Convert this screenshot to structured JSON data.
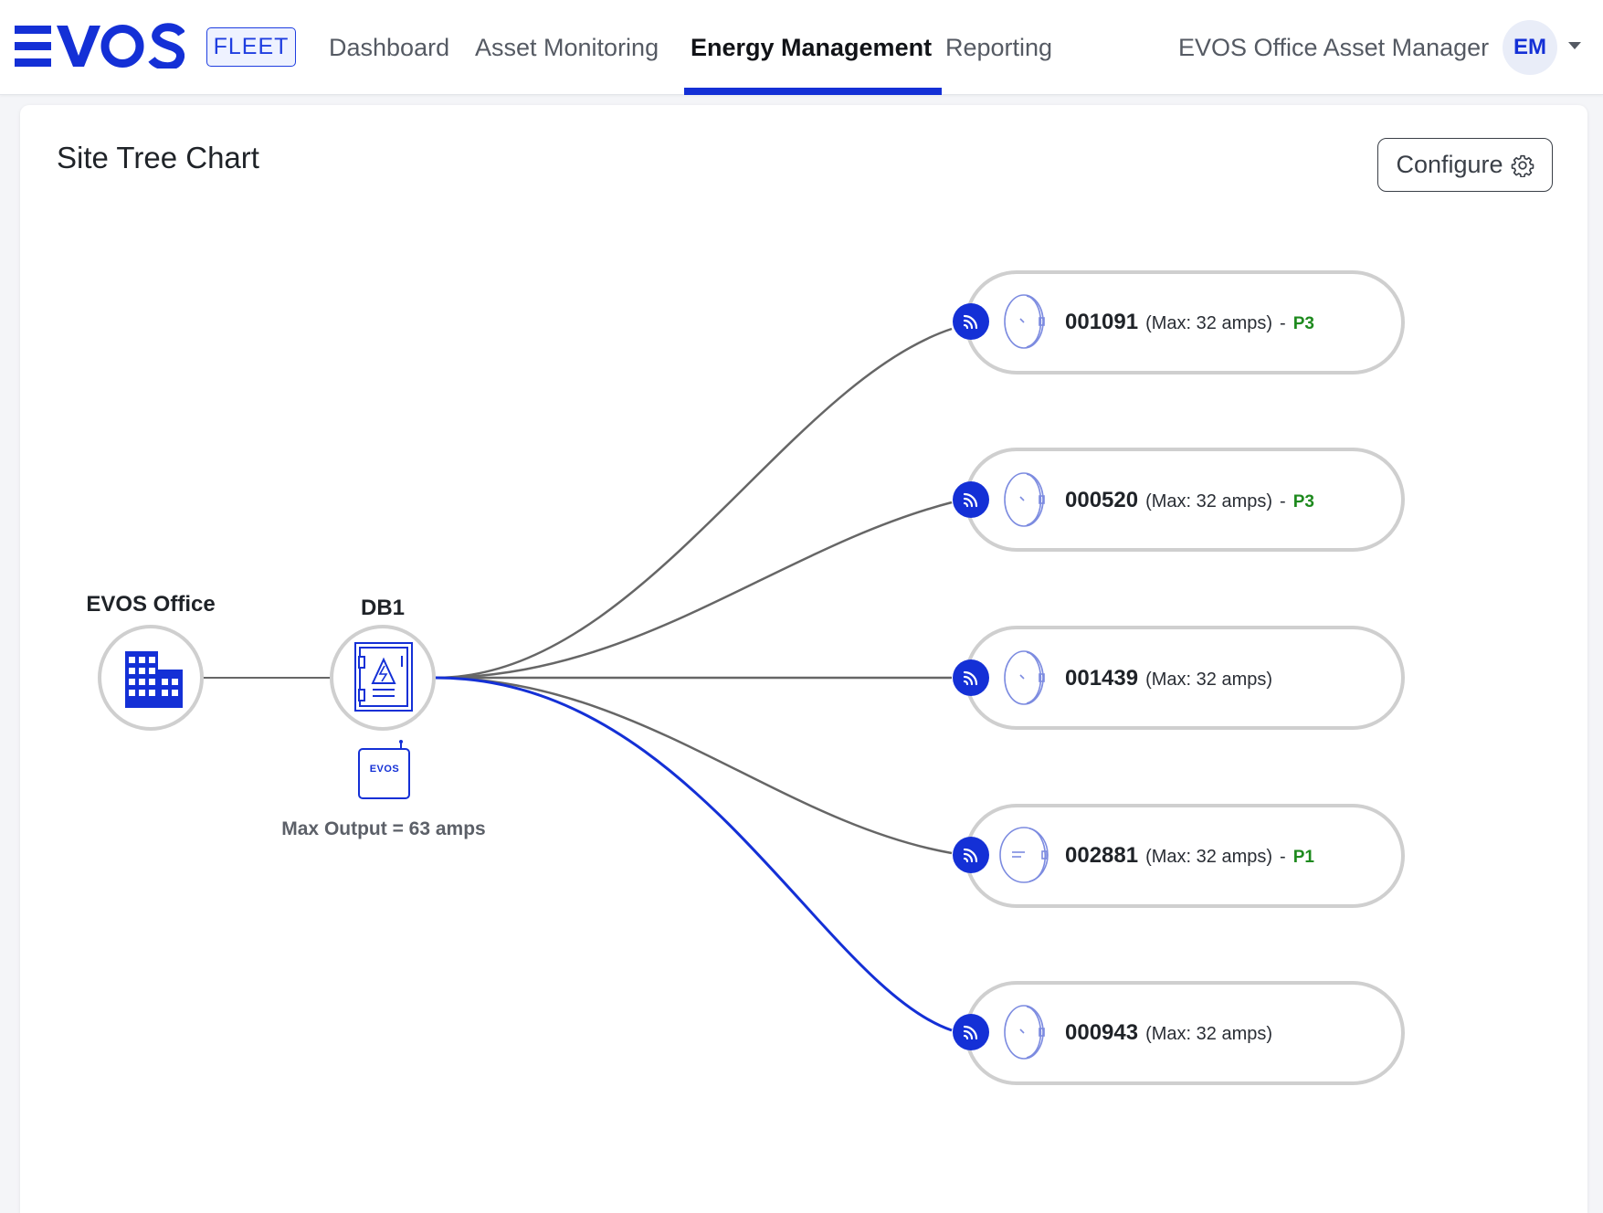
{
  "header": {
    "brand": "EVOS",
    "product_badge": "FLEET",
    "nav": [
      {
        "label": "Dashboard",
        "active": false
      },
      {
        "label": "Asset Monitoring",
        "active": false
      },
      {
        "label": "Energy Management",
        "active": true
      },
      {
        "label": "Reporting",
        "active": false
      }
    ],
    "user_name": "EVOS Office Asset Manager",
    "avatar_initials": "EM"
  },
  "page": {
    "title": "Site Tree Chart",
    "configure_label": "Configure"
  },
  "tree": {
    "site": {
      "label": "EVOS Office",
      "icon": "building-icon"
    },
    "board": {
      "label": "DB1",
      "icon": "distribution-board-icon",
      "device_label": "EVOS",
      "max_output": "Max Output = 63 amps"
    },
    "chargers": [
      {
        "id": "001091",
        "max": "(Max: 32 amps)",
        "sep": "-",
        "phase": "P3",
        "highlighted": false
      },
      {
        "id": "000520",
        "max": "(Max: 32 amps)",
        "sep": "-",
        "phase": "P3",
        "highlighted": false
      },
      {
        "id": "001439",
        "max": "(Max: 32 amps)",
        "sep": "",
        "phase": "",
        "highlighted": false
      },
      {
        "id": "002881",
        "max": "(Max: 32 amps)",
        "sep": "-",
        "phase": "P1",
        "highlighted": false
      },
      {
        "id": "000943",
        "max": "(Max: 32 amps)",
        "sep": "",
        "phase": "",
        "highlighted": true
      }
    ]
  },
  "colors": {
    "brand_blue": "#1430d6",
    "phase_green": "#1e8a1e",
    "link_gray": "#666666",
    "node_border": "#cfcfcf"
  }
}
